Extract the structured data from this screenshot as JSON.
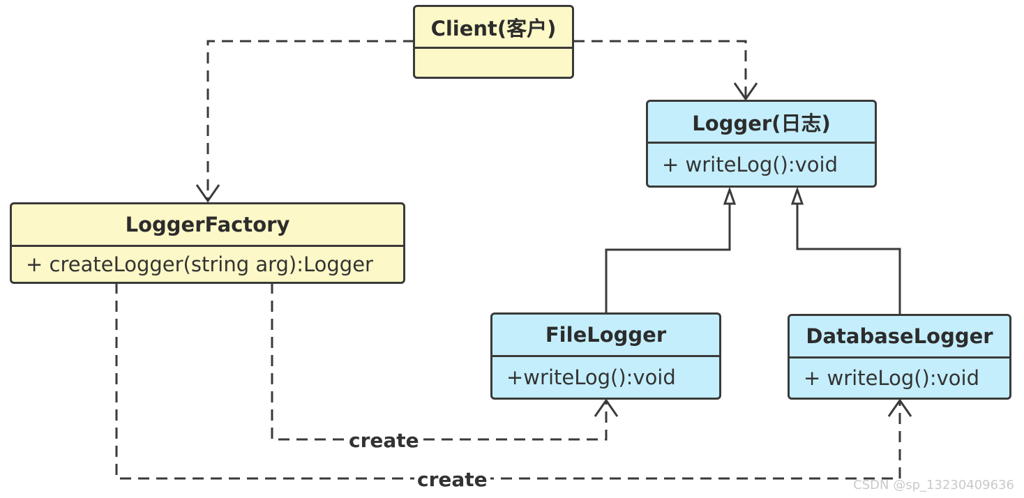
{
  "classes": {
    "client": {
      "name": "Client(客户)",
      "method": ""
    },
    "logger": {
      "name": "Logger(日志)",
      "method": "+ writeLog():void"
    },
    "factory": {
      "name": "LoggerFactory",
      "method": "+ createLogger(string arg):Logger"
    },
    "file_logger": {
      "name": "FileLogger",
      "method": "+writeLog():void"
    },
    "database_logger": {
      "name": "DatabaseLogger",
      "method": "+ writeLog():void"
    }
  },
  "edges": {
    "create_file": "create",
    "create_database": "create"
  },
  "watermark": "CSDN @sp_13230409636",
  "colors": {
    "yellow_fill": "#fdf8c7",
    "blue_fill": "#c4eefc",
    "line": "#3a3a3a"
  }
}
